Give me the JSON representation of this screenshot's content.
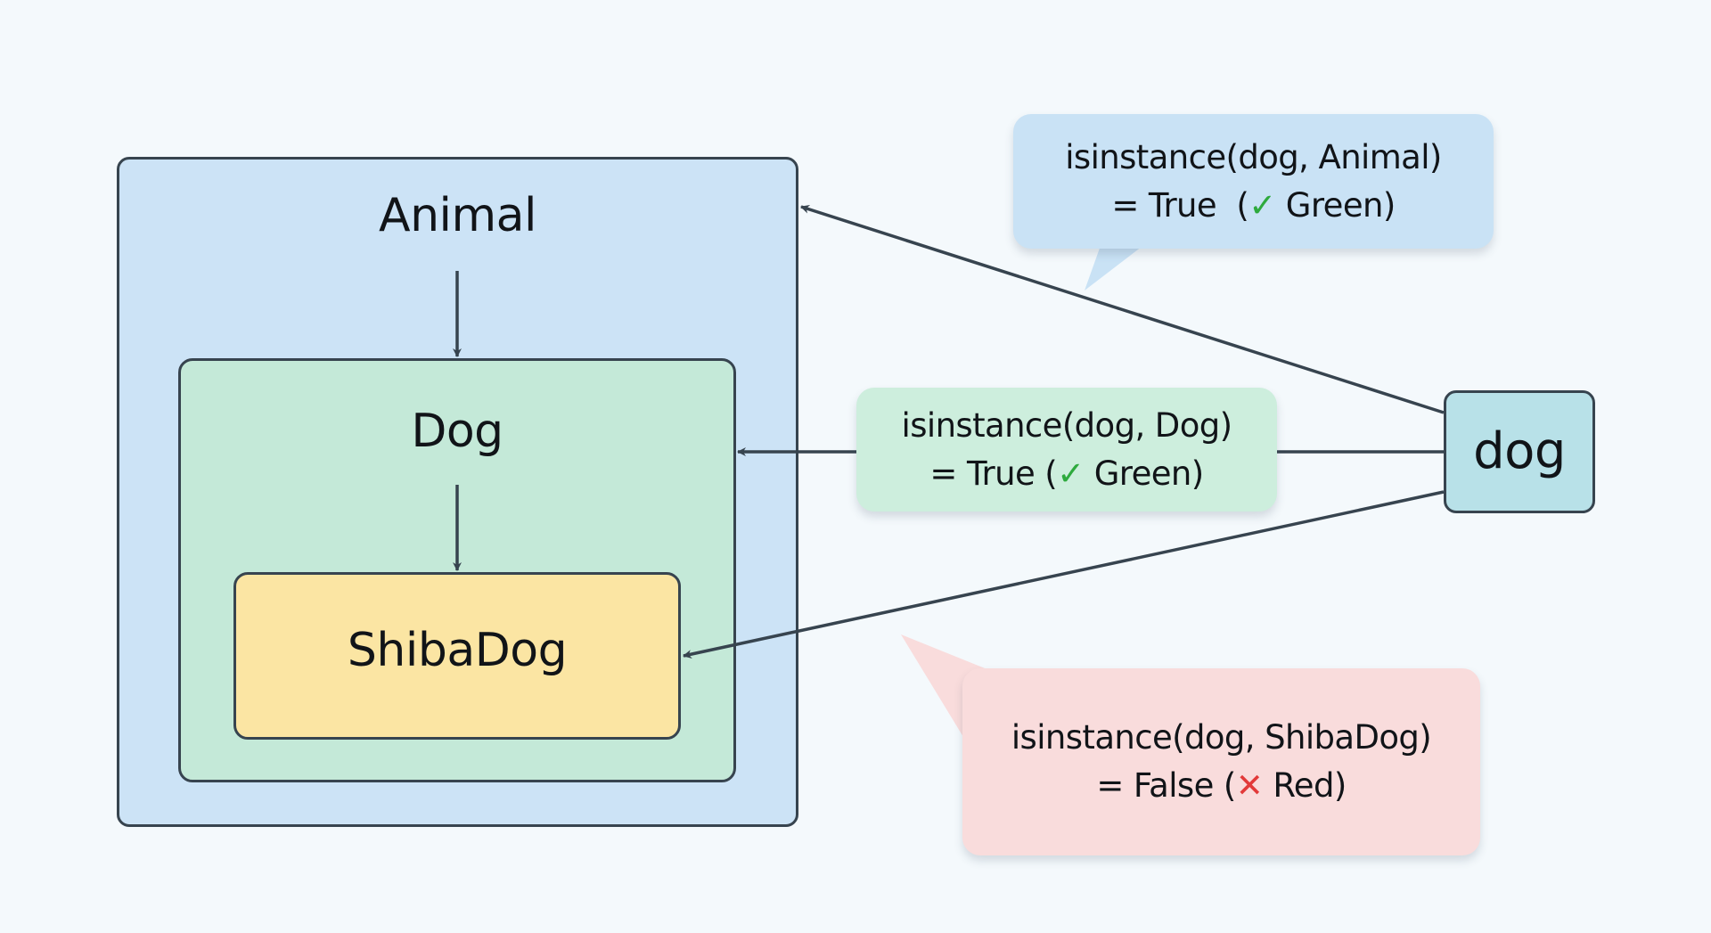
{
  "diagram": {
    "classes": {
      "outer": {
        "name": "Animal",
        "fill": "#cce3f6"
      },
      "middle": {
        "name": "Dog",
        "fill": "#c4e9d8"
      },
      "inner": {
        "name": "ShibaDog",
        "fill": "#fbe5a3"
      }
    },
    "instance": {
      "name": "dog",
      "fill": "#b8e1e8"
    },
    "checks": [
      {
        "call": "isinstance(dog, Animal)",
        "result_prefix": "= True  (",
        "mark_icon": "check-icon",
        "mark": "✓",
        "result_suffix": " Green)",
        "fill": "#c9e2f5",
        "mark_color": "#2eaa3e"
      },
      {
        "call": "isinstance(dog, Dog)",
        "result_prefix": "= True (",
        "mark_icon": "check-icon",
        "mark": "✓",
        "result_suffix": " Green)",
        "fill": "#cdeedd",
        "mark_color": "#2eaa3e"
      },
      {
        "call": "isinstance(dog, ShibaDog)",
        "result_prefix": "= False (",
        "mark_icon": "cross-icon",
        "mark": "✕",
        "result_suffix": " Red)",
        "fill": "#f9dcdc",
        "mark_color": "#e23a3a"
      }
    ],
    "line_color": "#37444f",
    "background": "#f4f9fc"
  }
}
